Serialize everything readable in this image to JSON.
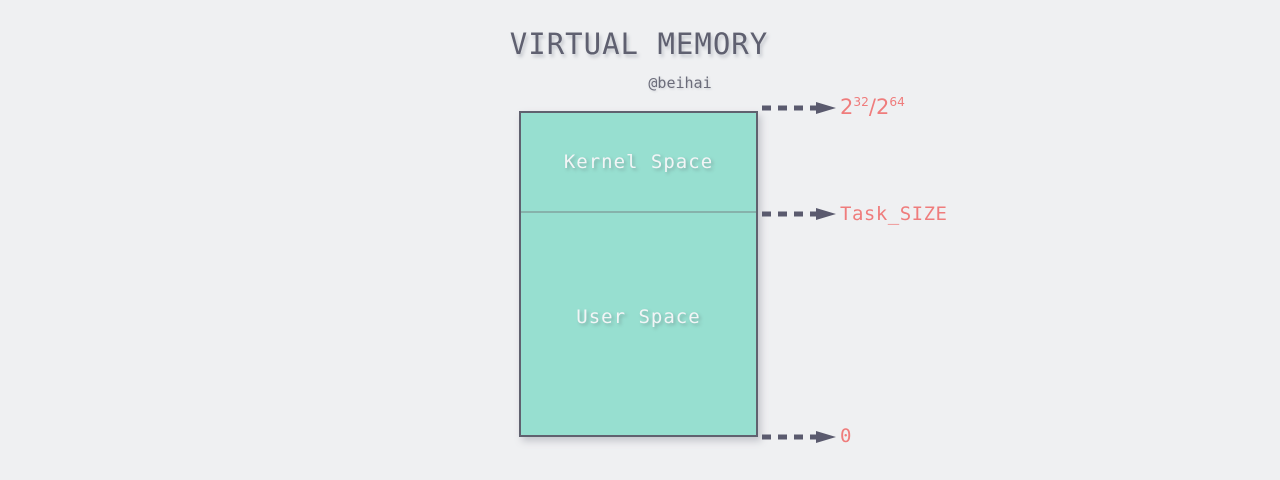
{
  "header": {
    "title": "VIRTUAL MEMORY",
    "subtitle": "@beihai"
  },
  "diagram": {
    "type": "memory-layout",
    "segments": [
      {
        "id": "kernel",
        "label": "Kernel Space"
      },
      {
        "id": "user",
        "label": "User Space"
      }
    ],
    "address_markers": [
      {
        "id": "top",
        "base": "2",
        "exponent_a": "32",
        "separator": "/",
        "base_b": "2",
        "exponent_b": "64",
        "text": "2³²/2⁶⁴"
      },
      {
        "id": "middle",
        "text": "Task_SIZE"
      },
      {
        "id": "bottom",
        "text": "0"
      }
    ]
  },
  "colors": {
    "background": "#eff0f2",
    "memory_fill": "#97dfd0",
    "memory_border": "#60616f",
    "segment_divider": "#86b2ab",
    "arrow": "#5a5a6e",
    "address_label": "#ef7c7c",
    "title_text": "#5f6070",
    "subtitle_text": "#6b6c7a",
    "segment_label_text": "#f2f5f6"
  }
}
